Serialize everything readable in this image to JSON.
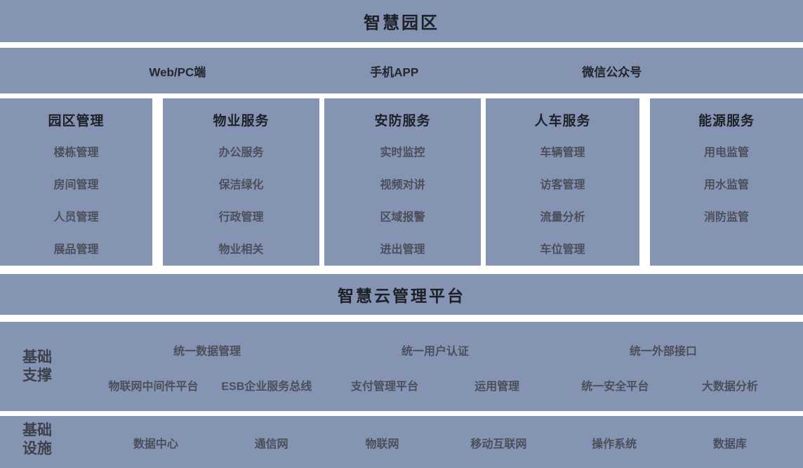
{
  "colors": {
    "band_bg": "#8694b3",
    "page_bg": "#ffffff",
    "title_text": "#1d2027",
    "item_text": "#4b4f59"
  },
  "title": "智慧园区",
  "access_layer": {
    "items": [
      "Web/PC端",
      "手机APP",
      "微信公众号"
    ]
  },
  "service_columns": [
    {
      "header": "园区管理",
      "items": [
        "楼栋管理",
        "房间管理",
        "人员管理",
        "展品管理"
      ]
    },
    {
      "header": "物业服务",
      "items": [
        "办公服务",
        "保洁绿化",
        "行政管理",
        "物业相关"
      ]
    },
    {
      "header": "安防服务",
      "items": [
        "实时监控",
        "视频对讲",
        "区域报警",
        "进出管理"
      ]
    },
    {
      "header": "人车服务",
      "items": [
        "车辆管理",
        "访客管理",
        "流量分析",
        "车位管理"
      ]
    },
    {
      "header": "能源服务",
      "items": [
        "用电监管",
        "用水监管",
        "消防监管"
      ]
    }
  ],
  "platform": {
    "title": "智慧云管理平台"
  },
  "support_layer": {
    "label": "基础支撑",
    "row1": [
      "统一数据管理",
      "统一用户认证",
      "统一外部接口"
    ],
    "row2": [
      "物联网中间件平台",
      "ESB企业服务总线",
      "支付管理平台",
      "运用管理",
      "统一安全平台",
      "大数据分析"
    ]
  },
  "infrastructure_layer": {
    "label": "基础设施",
    "items": [
      "数据中心",
      "通信网",
      "物联网",
      "移动互联网",
      "操作系统",
      "数据库"
    ]
  }
}
